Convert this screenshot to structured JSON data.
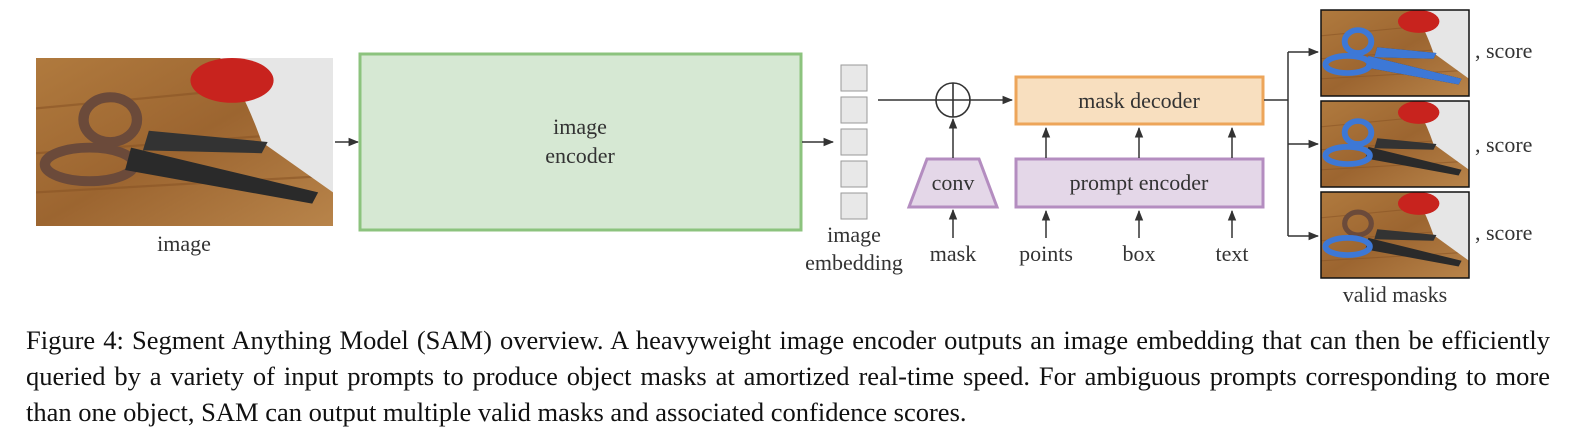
{
  "figure": {
    "input_image_label": "image",
    "encoder_label_line1": "image",
    "encoder_label_line2": "encoder",
    "embedding_label_line1": "image",
    "embedding_label_line2": "embedding",
    "conv_label": "conv",
    "mask_input_label": "mask",
    "mask_decoder_label": "mask decoder",
    "prompt_encoder_label": "prompt encoder",
    "prompt_inputs": [
      "points",
      "box",
      "text"
    ],
    "output_scores": [
      ", score",
      ", score",
      ", score"
    ],
    "outputs_label": "valid masks",
    "colors": {
      "encoder_fill": "#d6e8d3",
      "encoder_stroke": "#8cc37e",
      "decoder_fill": "#f8dfbf",
      "decoder_stroke": "#eda55a",
      "prompt_fill": "#e4d7e8",
      "prompt_stroke": "#b48dc0",
      "mask_highlight": "#3d78d6",
      "token_fill": "#e8e8e8"
    }
  },
  "caption": {
    "text": "Figure 4: Segment Anything Model (SAM) overview. A heavyweight image encoder outputs an image embedding that can then be efficiently queried by a variety of input prompts to produce object masks at amortized real-time speed. For ambiguous prompts corresponding to more than one object, SAM can output multiple valid masks and associated confidence scores."
  }
}
